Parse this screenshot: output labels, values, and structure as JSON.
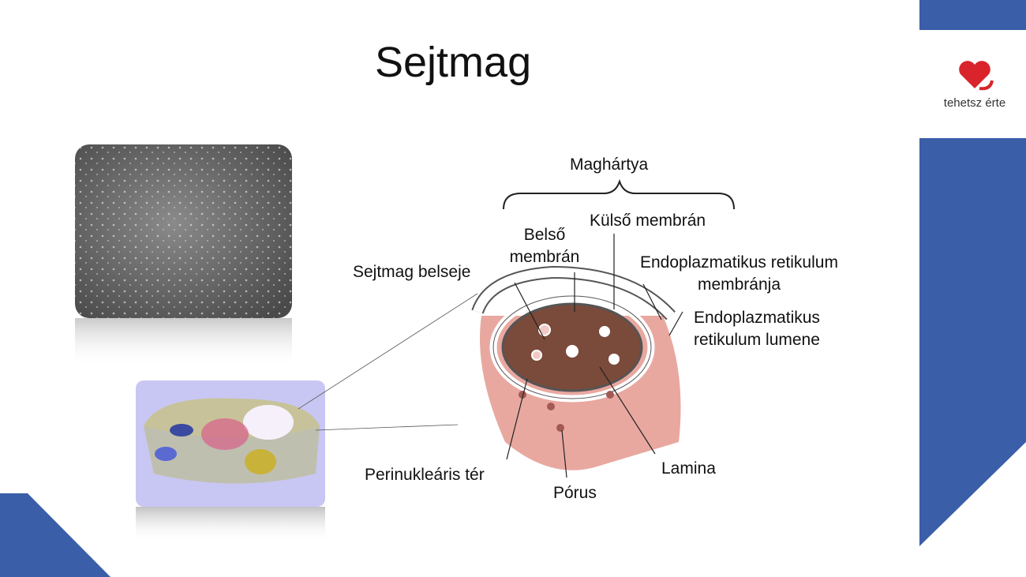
{
  "slide": {
    "title": "Sejtmag"
  },
  "logo": {
    "text": "tehetsz érte"
  },
  "colors": {
    "accent_blue": "#3a5ea8",
    "logo_red": "#d9242b",
    "cell_bg": "#c8c7f3"
  },
  "labels": {
    "maghartya": "Maghártya",
    "kulso": "Külső membrán",
    "belso_1": "Belső",
    "belso_2": "membrán",
    "belseje": "Sejtmag belseje",
    "er_membrane_1": "Endoplazmatikus retikulum",
    "er_membrane_2": "membránja",
    "er_lumen_1": "Endoplazmatikus",
    "er_lumen_2": "retikulum lumene",
    "perinuclear": "Perinukleáris tér",
    "porus": "Pórus",
    "lamina": "Lamina"
  }
}
